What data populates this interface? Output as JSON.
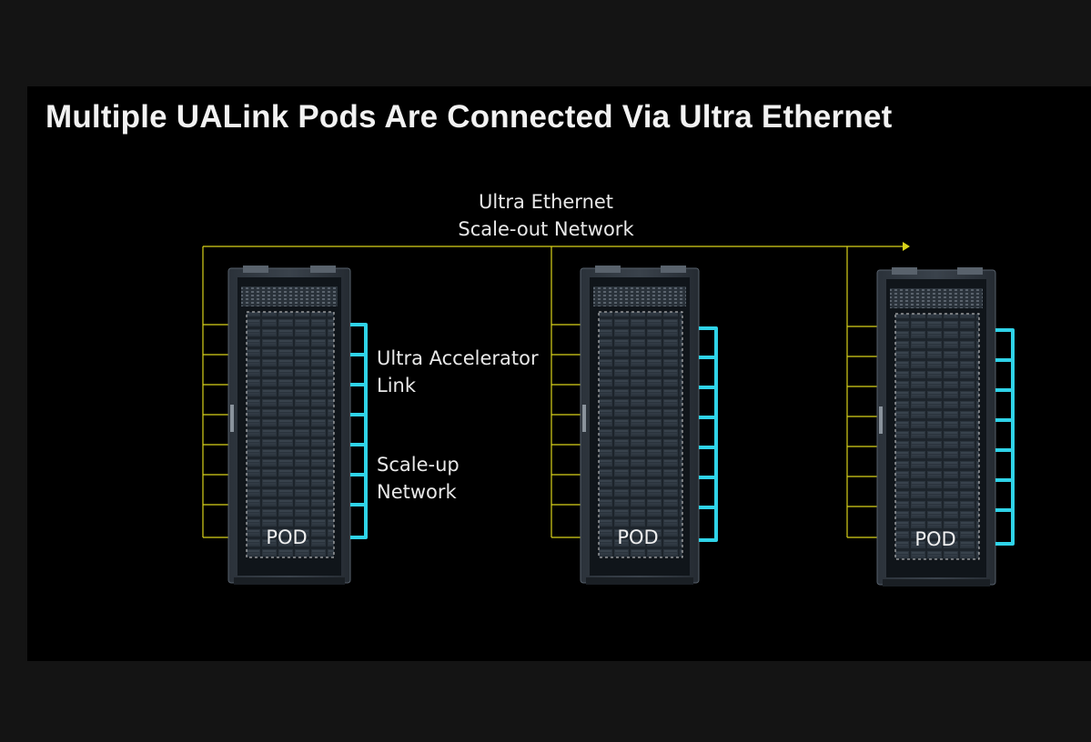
{
  "title": "Multiple UALink Pods Are Connected Via Ultra Ethernet",
  "scale_out": {
    "line1": "Ultra Ethernet",
    "line2": "Scale-out Network"
  },
  "ualink": {
    "line1": "Ultra Accelerator",
    "line2": "Link"
  },
  "scale_up": {
    "line1": "Scale-up",
    "line2": "Network"
  },
  "pods": [
    {
      "label": "POD"
    },
    {
      "label": "POD"
    },
    {
      "label": "POD"
    }
  ],
  "colors": {
    "scale_out_line": "#d9d219",
    "scale_up_link": "#2fd3e8",
    "background": "#000000"
  }
}
